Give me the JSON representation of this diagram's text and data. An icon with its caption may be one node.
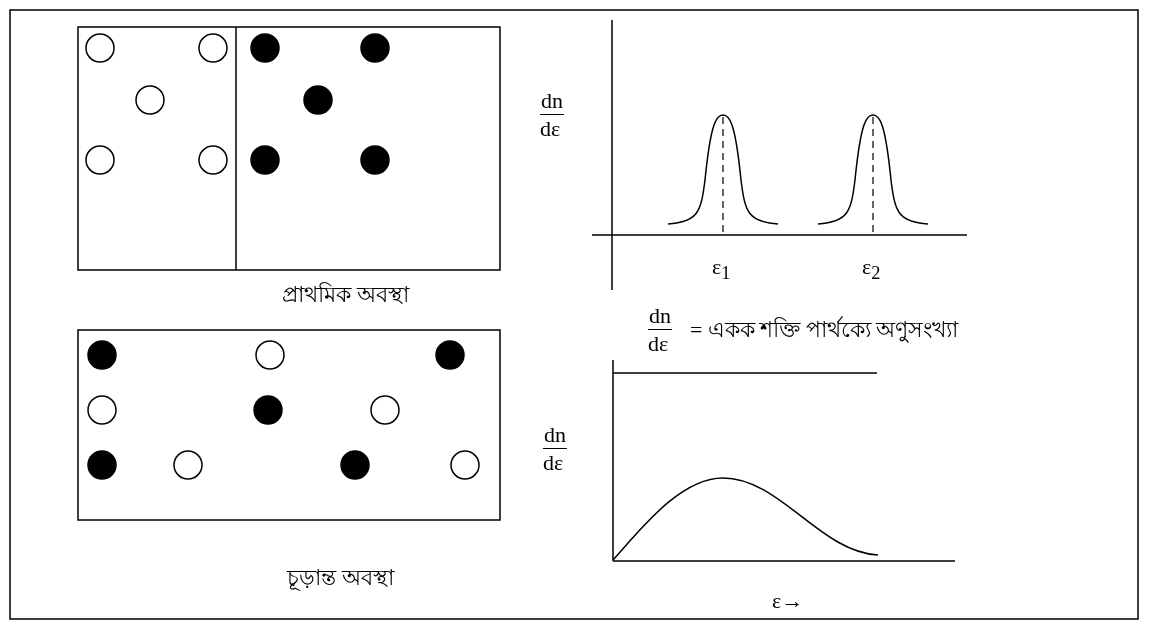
{
  "diagram": {
    "labels": [
      "dn",
      "dε",
      "ε$_{1}$",
      "ε$_{2}$",
      "প্রাথমিক অবস্থা",
      "dn",
      "dε",
      "= একক শক্তি পার্থক্যে অণুসংখ্যা",
      "dn",
      "dε",
      "চূড়ান্ত অবস্থা",
      "ε→"
    ]
  }
}
